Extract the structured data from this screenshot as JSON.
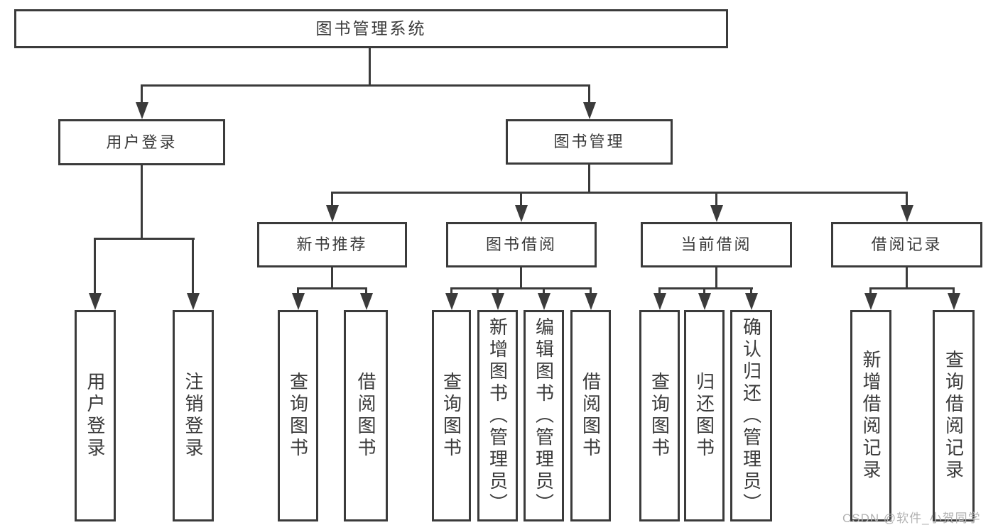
{
  "diagram": {
    "root": {
      "label": "图书管理系统"
    },
    "level2": [
      {
        "label": "用户登录"
      },
      {
        "label": "图书管理"
      }
    ],
    "level3": [
      {
        "label": "新书推荐",
        "parent": "图书管理"
      },
      {
        "label": "图书借阅",
        "parent": "图书管理"
      },
      {
        "label": "当前借阅",
        "parent": "图书管理"
      },
      {
        "label": "借阅记录",
        "parent": "图书管理"
      }
    ],
    "leaves": [
      {
        "label": "用户登录",
        "parent": "用户登录"
      },
      {
        "label": "注销登录",
        "parent": "用户登录"
      },
      {
        "label": "查询图书",
        "parent": "新书推荐"
      },
      {
        "label": "借阅图书",
        "parent": "新书推荐"
      },
      {
        "label": "查询图书",
        "parent": "图书借阅"
      },
      {
        "label": "新增图书（管理员）",
        "parent": "图书借阅"
      },
      {
        "label": "编辑图书（管理员）",
        "parent": "图书借阅"
      },
      {
        "label": "借阅图书",
        "parent": "图书借阅"
      },
      {
        "label": "查询图书",
        "parent": "当前借阅"
      },
      {
        "label": "归还图书",
        "parent": "当前借阅"
      },
      {
        "label": "确认归还（管理员）",
        "parent": "当前借阅"
      },
      {
        "label": "新增借阅记录",
        "parent": "借阅记录"
      },
      {
        "label": "查询借阅记录",
        "parent": "借阅记录"
      }
    ],
    "watermark": "CSDN @软件_小贺同学",
    "colors": {
      "line": "#3b3b3b",
      "text": "#3a3a3a",
      "watermark": "#b2b2b2",
      "background": "#ffffff"
    }
  }
}
